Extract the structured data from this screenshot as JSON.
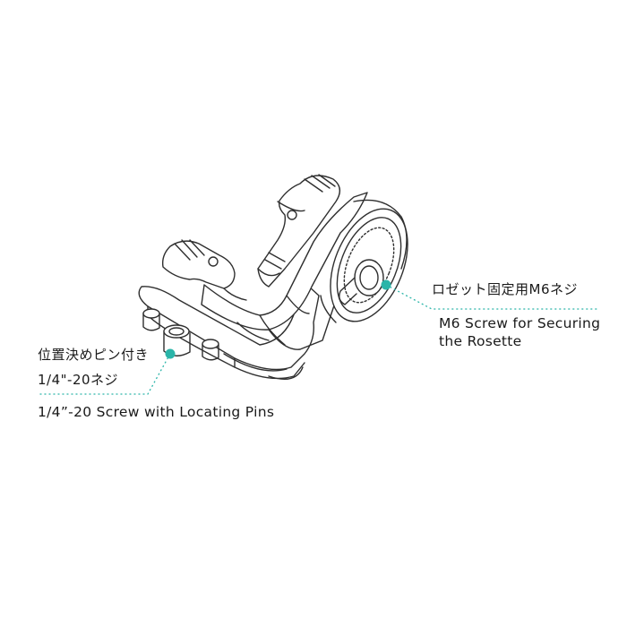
{
  "callouts": {
    "right": {
      "jp": "ロゼット固定用M6ネジ",
      "en_line1": "M6 Screw for Securing",
      "en_line2": "the Rosette"
    },
    "left": {
      "jp_line1": "位置決めピン付き",
      "jp_line2": "1/4\"-20ネジ",
      "en": "1/4”-20 Screw with Locating Pins"
    }
  },
  "colors": {
    "accent": "#2bb5a9",
    "line": "#2f2f2f",
    "text": "#1a1a1a"
  }
}
